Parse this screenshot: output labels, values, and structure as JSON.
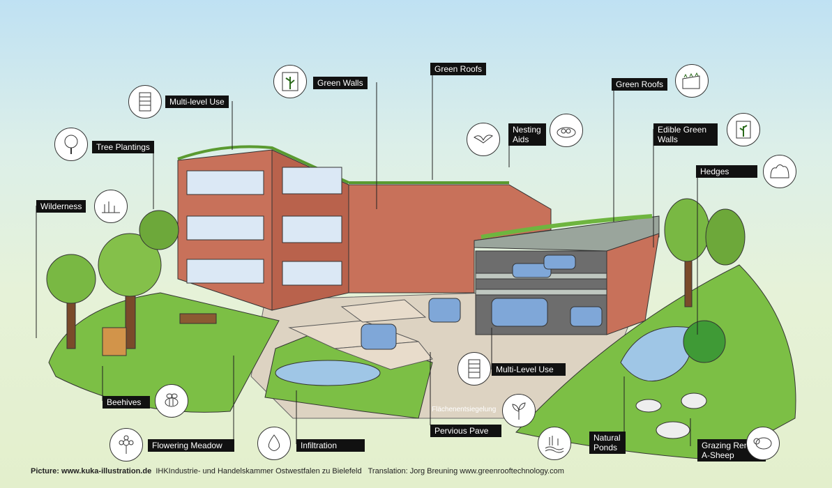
{
  "labels": {
    "green_walls": "Green Walls",
    "green_roofs_center": "Green Roofs",
    "multi_level_use_top": "Multi-level Use",
    "tree_plantings": "Tree Plantings",
    "wilderness": "Wilderness",
    "nesting_aids": "Nesting Aids",
    "green_roofs_right": "Green Roofs",
    "edible_green_walls": "Edible Green Walls",
    "hedges": "Hedges",
    "multi_level_use_bottom": "Multi-Level Use",
    "beehives": "Beehives",
    "flowering_meadow": "Flowering Meadow",
    "infiltration": "Infiltration",
    "pervious_pave": "Pervious Pave",
    "flaechenentsiegelung": "Flächenentsiegelung",
    "natural_ponds": "Natural Ponds",
    "grazing_rent_a_sheep": "Grazing Rent-A-Sheep"
  },
  "footer": {
    "picture_credit": "Picture: www.kuka-illustration.de",
    "ihk": "IHKIndustrie- und Handelskammer Ostwestfalen zu Bielefeld",
    "translation": "Translation: Jorg Breuning www.greenrooftechnology.com"
  },
  "icons": [
    "green-wall-icon",
    "multi-level-icon",
    "tree-icon",
    "wilderness-icon",
    "bird-icon",
    "nest-icon",
    "green-roof-icon",
    "edible-wall-icon",
    "hedge-icon",
    "multi-level-icon",
    "bee-icon",
    "flower-icon",
    "water-drop-icon",
    "sprout-icon",
    "pond-icon",
    "sheep-icon"
  ],
  "colors": {
    "brick": "#c8715a",
    "brick_dark": "#a85a45",
    "grass": "#6eb53f",
    "water": "#9fc6e6",
    "car": "#7fa7d8",
    "label_bg": "#111111"
  }
}
